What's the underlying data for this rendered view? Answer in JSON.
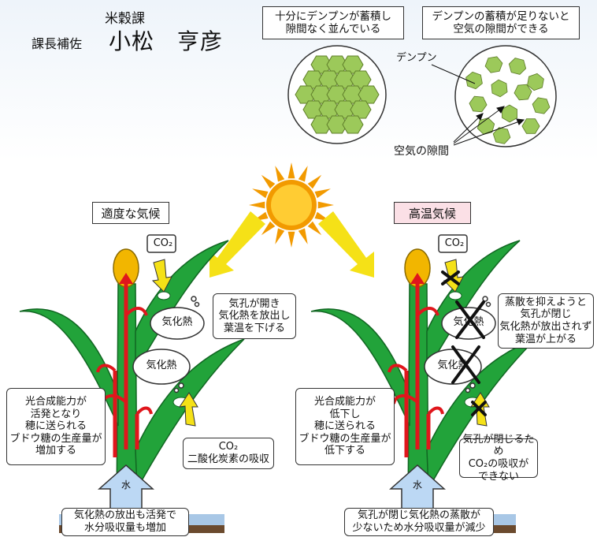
{
  "person": {
    "dept": "米穀課",
    "title": "課長補佐",
    "name": "小松　亨彦"
  },
  "starch": {
    "caption_good": "十分にデンプンが蓄積し\n隙間なく並んでいる",
    "caption_bad": "デンプンの蓄積が足りないと\n空気の隙間ができる",
    "label_starch": "デンプン",
    "label_air": "空気の隙間"
  },
  "left": {
    "header": "適度な気候",
    "co2_top": "CO₂",
    "heat_upper": "気化熱",
    "heat_lower": "気化熱",
    "stomata_note": "気孔が開き\n気化熱を放出し\n葉温を下げる",
    "co2_bottom": "CO₂\n二酸化炭素の吸収",
    "photo_note": "光合成能力が\n活発となり\n穂に送られる\nブドウ糖の生産量が\n増加する",
    "water": "水",
    "water_note": "気化熱の放出も活発で\n水分吸収量も増加"
  },
  "right": {
    "header": "高温気候",
    "co2_top": "CO₂",
    "heat_upper": "気化熱",
    "heat_lower": "気化熱",
    "stomata_note": "蒸散を抑えようと\n気孔が閉じ\n気化熱が放出されず\n葉温が上がる",
    "co2_note": "気孔が閉じるため\nCO₂の吸収が\nできない",
    "photo_note": "光合成能力が\n低下し\n穂に送られる\nブドウ糖の生産量が\n低下する",
    "water": "水",
    "water_note": "気孔が閉じ気化熱の蒸散が\n少ないため水分吸収量が減少"
  },
  "colors": {
    "leaf": "#22a33a",
    "grain": "#f2b600",
    "arrow_red": "#e0161c",
    "arrow_yellow": "#f5e117",
    "sun": "#f29a00",
    "starch": "#9cc95a",
    "header_left": "#ffffff",
    "header_right": "#fbe0e6"
  }
}
